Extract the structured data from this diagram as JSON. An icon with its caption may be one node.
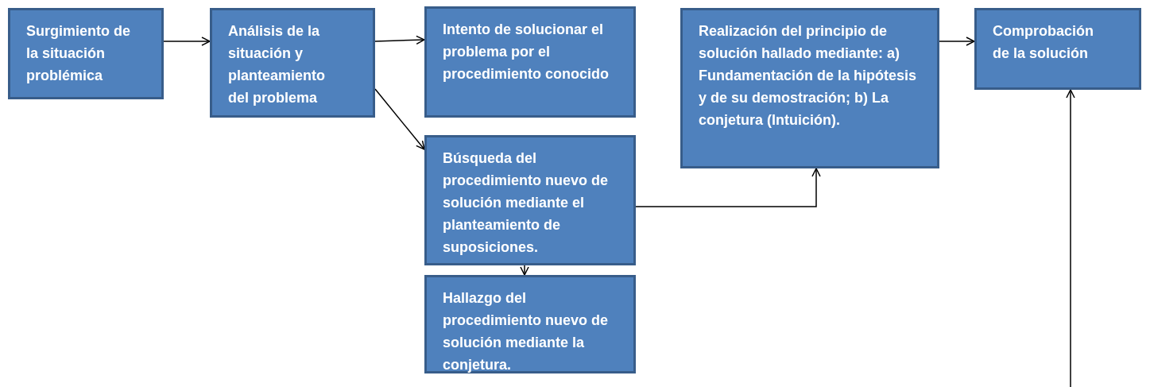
{
  "diagram": {
    "nodes": [
      {
        "text": [
          "Surgimiento de la situación problémica"
        ]
      },
      {
        "text": [
          "Análisis de la situación  y planteamiento del problema"
        ]
      },
      {
        "text": [
          "Intento de solucionar el problema por el procedimiento conocido"
        ]
      },
      {
        "text": [
          "Búsqueda del procedimiento nuevo de solución mediante el planteamiento de suposiciones."
        ]
      },
      {
        "text": [
          "Hallazgo del procedimiento nuevo de solución mediante la conjetura."
        ]
      },
      {
        "text": [
          "Realización del principio de solución hallado mediante: a) Fundamentación de la hipótesis  y de su demostración; b) La conjetura (Intuición)."
        ]
      },
      {
        "text": [
          "Comprobación de la solución"
        ]
      }
    ],
    "edges": [
      {
        "from": 0,
        "to": 1,
        "arrow": "to"
      },
      {
        "from": 1,
        "to": 2,
        "arrow": "to"
      },
      {
        "from": 1,
        "to": 3,
        "arrow": "to"
      },
      {
        "from": 3,
        "to": 5,
        "arrow": "to"
      },
      {
        "from": 3,
        "to": 4,
        "arrow": "to"
      },
      {
        "from": 5,
        "to": 6,
        "arrow": "to"
      },
      {
        "from": null,
        "to": 6,
        "arrow": "to"
      }
    ]
  }
}
